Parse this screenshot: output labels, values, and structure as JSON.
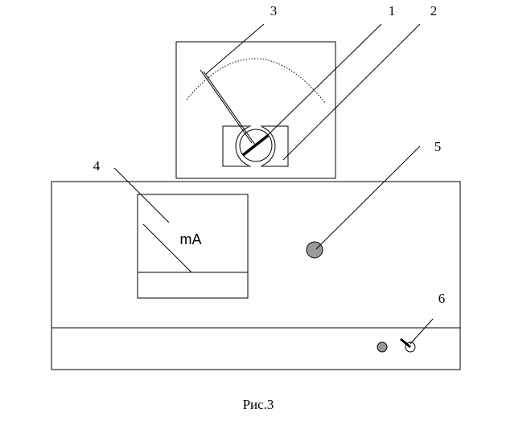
{
  "labels": {
    "l1": "1",
    "l2": "2",
    "l3": "3",
    "l4": "4",
    "l5": "5",
    "l6": "6"
  },
  "meter": {
    "unit": "mA"
  },
  "caption": "Рис.3",
  "colors": {
    "stroke": "#000000",
    "knob_fill": "#999999",
    "background": "#ffffff"
  }
}
